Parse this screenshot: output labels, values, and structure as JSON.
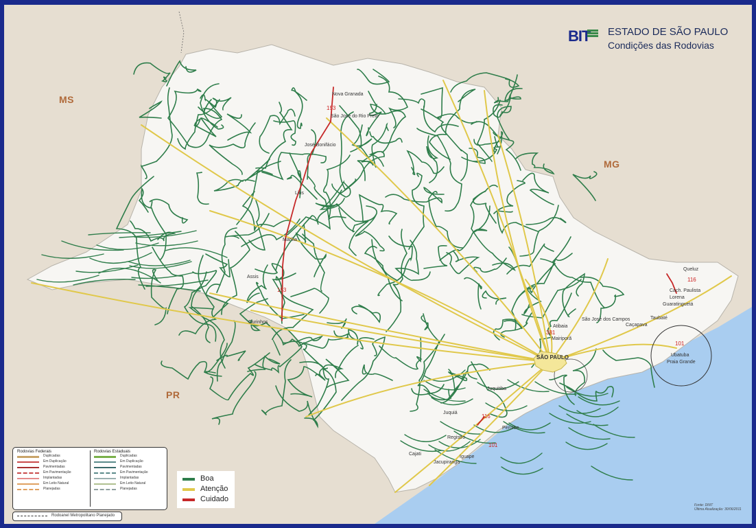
{
  "title": {
    "logo": "BIT",
    "main": "ESTADO DE SÃO PAULO",
    "sub": "Condições das Rodovias"
  },
  "neighbors": {
    "ms": "MS",
    "mg": "MG",
    "pr": "PR"
  },
  "colors": {
    "boa": "#2e7d4a",
    "atencao": "#e0c84a",
    "cuidado": "#c62828",
    "land": "#f7f6f3",
    "outside": "#e6ded1",
    "sea": "#a9cdf0",
    "frame": "#1a2a8c"
  },
  "cities": {
    "nova_granada": "Nova Granada",
    "sao_jose_rio_preto": "São José do Rio Preto",
    "jose_bonifacio": "José Bonifácio",
    "lins": "Lins",
    "marilia": "Marília",
    "assis": "Assis",
    "ourinhos": "Ourinhos",
    "sao_paulo": "SÃO PAULO",
    "atibaia": "Atibaia",
    "mairipora": "Mairiporã",
    "sao_jose_campos": "São José dos Campos",
    "taubate": "Taubaté",
    "cacapava": "Caçapava",
    "queluz": "Queluz",
    "cach_paulista": "Cach. Paulista",
    "lorena": "Lorena",
    "guaratingueta": "Guaratinguetá",
    "ubatuba": "Ubatuba",
    "praia_grande": "Praia Grande",
    "juquitiba": "Juquitiba",
    "juquia": "Juquiá",
    "registro": "Registro",
    "peruibe": "Peruíbe",
    "cajati": "Cajati",
    "jacupiranga": "Jacupiranga",
    "iguape": "Iguape"
  },
  "routes": {
    "r153_top": "153",
    "r153_bottom": "153",
    "r381": "381",
    "r116_sp": "116",
    "r116_vale": "116",
    "r101_litoral": "101",
    "r101_sul": "101"
  },
  "legend": {
    "federal_title": "Rodovias Federais",
    "federal_items": [
      "Duplicadas",
      "Em Duplicação",
      "Pavimentadas",
      "Em Pavimentação",
      "Implantadas",
      "Em Leito Natural",
      "Planejadas"
    ],
    "state_title": "Rodovias Estaduais",
    "state_items": [
      "Duplicadas",
      "Em Duplicação",
      "Pavimentadas",
      "Em Pavimentação",
      "Implantadas",
      "Em Leito Natural",
      "Planejadas"
    ],
    "rodoanel": "Rodoanel Metropolitano Planejado"
  },
  "conditions": {
    "boa": "Boa",
    "atencao": "Atenção",
    "cuidado": "Cuidado"
  },
  "source": {
    "line1": "Fonte: DNIT",
    "line2": "Última Atualização: 30/06/2011"
  }
}
